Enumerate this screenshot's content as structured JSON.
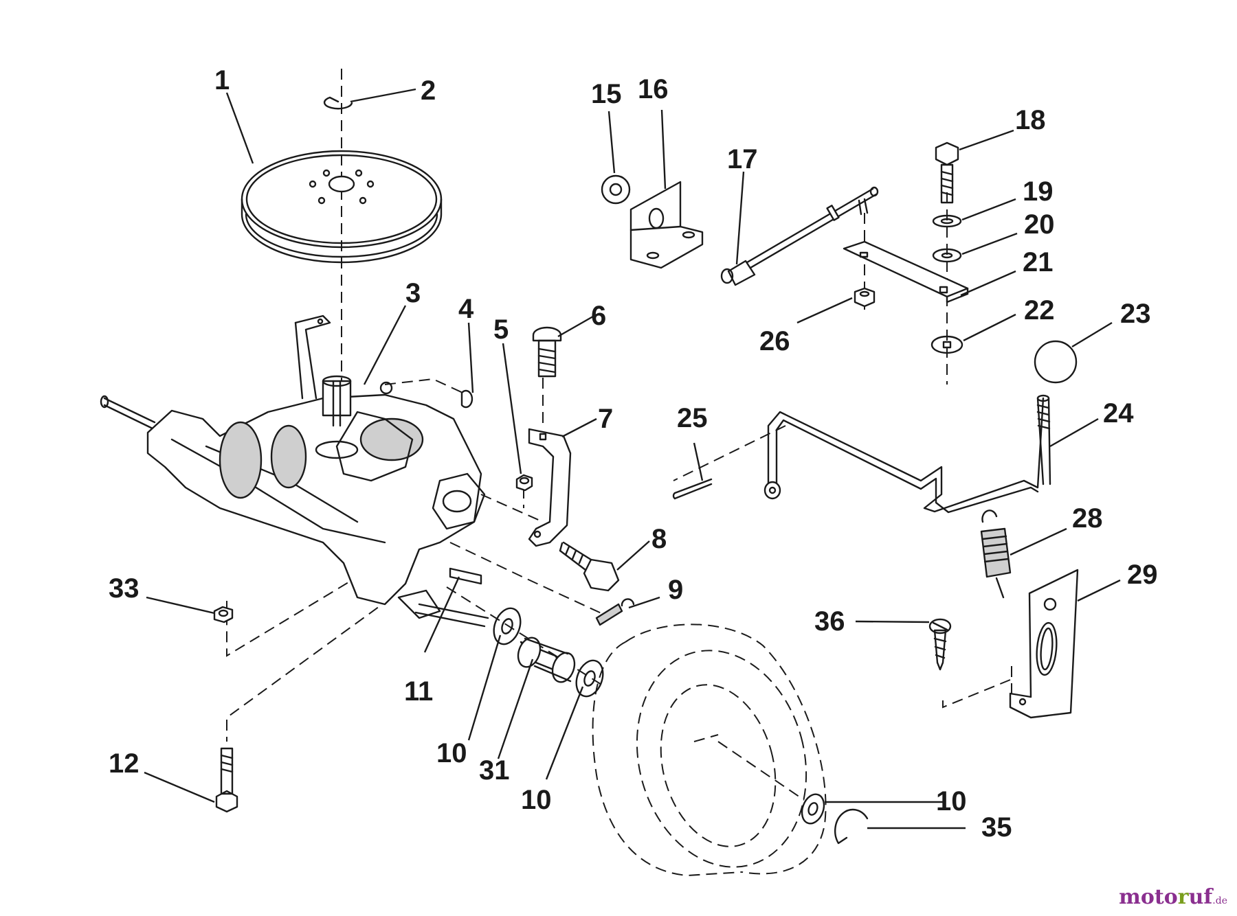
{
  "diagram": {
    "callouts": [
      {
        "id": "c1",
        "label": "1"
      },
      {
        "id": "c2",
        "label": "2"
      },
      {
        "id": "c3",
        "label": "3"
      },
      {
        "id": "c4",
        "label": "4"
      },
      {
        "id": "c5",
        "label": "5"
      },
      {
        "id": "c6",
        "label": "6"
      },
      {
        "id": "c7",
        "label": "7"
      },
      {
        "id": "c8",
        "label": "8"
      },
      {
        "id": "c9",
        "label": "9"
      },
      {
        "id": "c10a",
        "label": "10"
      },
      {
        "id": "c10b",
        "label": "10"
      },
      {
        "id": "c10c",
        "label": "10"
      },
      {
        "id": "c11",
        "label": "11"
      },
      {
        "id": "c12",
        "label": "12"
      },
      {
        "id": "c15",
        "label": "15"
      },
      {
        "id": "c16",
        "label": "16"
      },
      {
        "id": "c17",
        "label": "17"
      },
      {
        "id": "c18",
        "label": "18"
      },
      {
        "id": "c19",
        "label": "19"
      },
      {
        "id": "c20",
        "label": "20"
      },
      {
        "id": "c21",
        "label": "21"
      },
      {
        "id": "c22",
        "label": "22"
      },
      {
        "id": "c23",
        "label": "23"
      },
      {
        "id": "c24",
        "label": "24"
      },
      {
        "id": "c25",
        "label": "25"
      },
      {
        "id": "c26",
        "label": "26"
      },
      {
        "id": "c28",
        "label": "28"
      },
      {
        "id": "c29",
        "label": "29"
      },
      {
        "id": "c31",
        "label": "31"
      },
      {
        "id": "c33",
        "label": "33"
      },
      {
        "id": "c35",
        "label": "35"
      },
      {
        "id": "c36",
        "label": "36"
      }
    ]
  },
  "watermark": {
    "part1": "moto",
    "part2": "r",
    "part3": "uf",
    "suffix": ".de"
  }
}
